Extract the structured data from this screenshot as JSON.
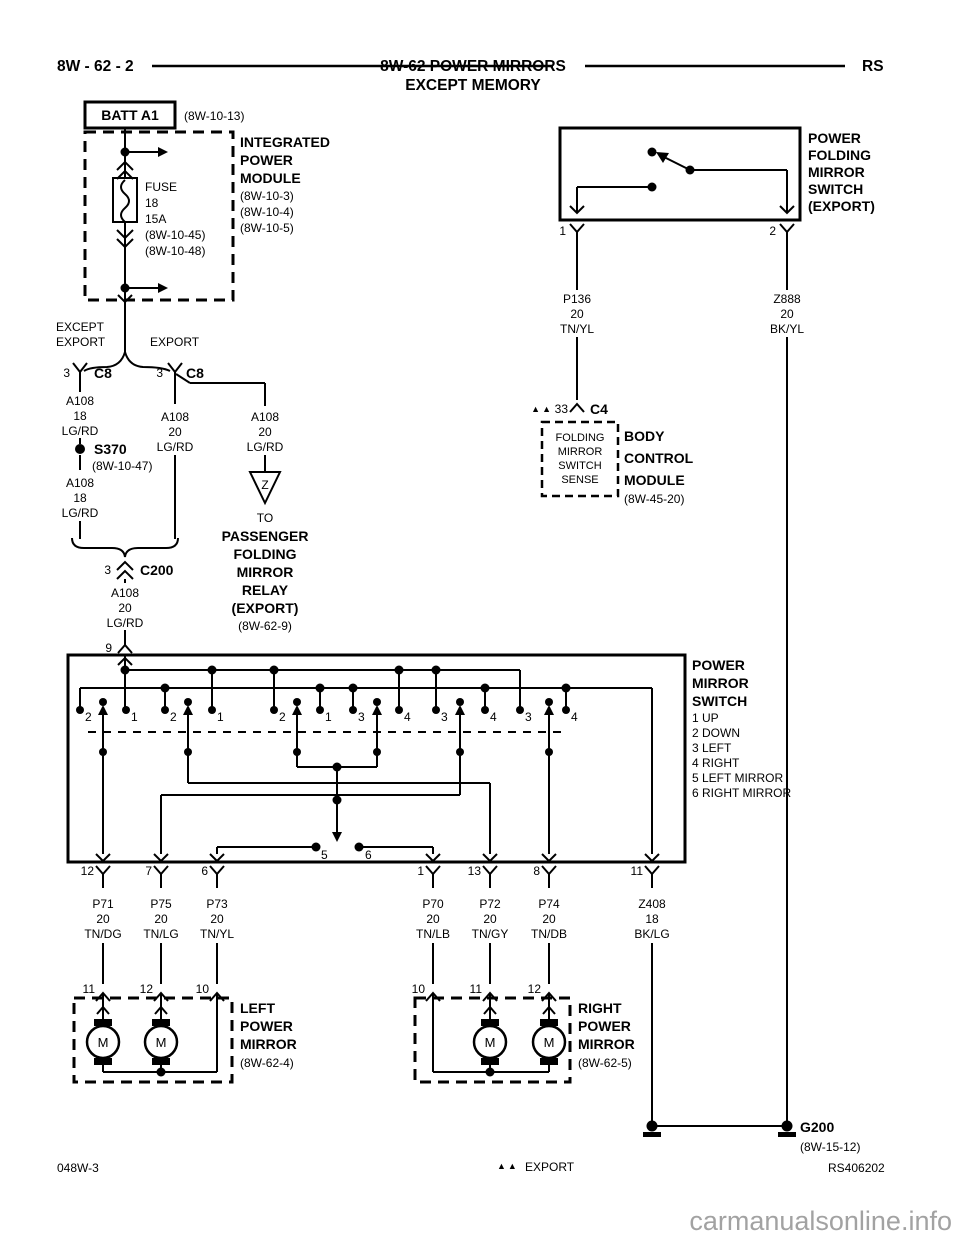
{
  "header": {
    "code": "8W - 62 - 2",
    "title": "8W-62 POWER MIRRORS",
    "subtitle": "EXCEPT MEMORY",
    "region": "RS"
  },
  "battery_feed": {
    "label": "BATT A1",
    "ref": "(8W-10-13)"
  },
  "ipm": {
    "name": [
      "INTEGRATED",
      "POWER",
      "MODULE"
    ],
    "refs": [
      "(8W-10-3)",
      "(8W-10-4)",
      "(8W-10-5)"
    ],
    "fuse": {
      "name": "FUSE",
      "number": "18",
      "rating": "15A",
      "refs": [
        "(8W-10-45)",
        "(8W-10-48)"
      ]
    },
    "exit_labels": {
      "except_export": [
        "EXCEPT",
        "EXPORT"
      ],
      "export": "EXPORT"
    }
  },
  "connectors": {
    "c8_left": {
      "pin": "3",
      "name": "C8"
    },
    "c8_right": {
      "pin": "3",
      "name": "C8"
    },
    "c200": {
      "pin": "3",
      "name": "C200"
    },
    "c4": {
      "marker": "▲▲",
      "pin": "33",
      "name": "C4"
    }
  },
  "wires": {
    "a108_18_a": [
      "A108",
      "18",
      "LG/RD"
    ],
    "a108_18_b": [
      "A108",
      "18",
      "LG/RD"
    ],
    "a108_20_main": [
      "A108",
      "20",
      "LG/RD"
    ],
    "a108_20_branch": [
      "A108",
      "20",
      "LG/RD"
    ],
    "a108_20_c200": [
      "A108",
      "20",
      "LG/RD"
    ],
    "p136": [
      "P136",
      "20",
      "TN/YL"
    ],
    "z888": [
      "Z888",
      "20",
      "BK/YL"
    ]
  },
  "splice": {
    "name": "S370",
    "ref": "(8W-10-47)"
  },
  "off_page": {
    "symbol": "Z",
    "to": "TO",
    "lines": [
      "PASSENGER",
      "FOLDING",
      "MIRROR",
      "RELAY",
      "(EXPORT)"
    ],
    "ref": "(8W-62-9)"
  },
  "folding_switch": {
    "name": [
      "POWER",
      "FOLDING",
      "MIRROR",
      "SWITCH",
      "(EXPORT)"
    ],
    "pins": [
      "1",
      "2"
    ]
  },
  "bcm": {
    "pin_function": [
      "FOLDING",
      "MIRROR",
      "SWITCH",
      "SENSE"
    ],
    "name": [
      "BODY",
      "CONTROL",
      "MODULE"
    ],
    "ref": "(8W-45-20)"
  },
  "mirror_switch": {
    "name": [
      "POWER",
      "MIRROR",
      "SWITCH"
    ],
    "legend": [
      "1 UP",
      "2 DOWN",
      "3 LEFT",
      "4 RIGHT",
      "5 LEFT MIRROR",
      "6 RIGHT MIRROR"
    ],
    "feed_pin": "9",
    "contacts": [
      "2",
      "1",
      "2",
      "1",
      "2",
      "1",
      "3",
      "4",
      "3",
      "4",
      "3",
      "4"
    ],
    "selector": [
      "5",
      "6"
    ]
  },
  "switch_outputs": [
    {
      "pin": "12",
      "wire": [
        "P71",
        "20",
        "TN/DG"
      ]
    },
    {
      "pin": "7",
      "wire": [
        "P75",
        "20",
        "TN/LG"
      ]
    },
    {
      "pin": "6",
      "wire": [
        "P73",
        "20",
        "TN/YL"
      ]
    },
    {
      "pin": "1",
      "wire": [
        "P70",
        "20",
        "TN/LB"
      ]
    },
    {
      "pin": "13",
      "wire": [
        "P72",
        "20",
        "TN/GY"
      ]
    },
    {
      "pin": "8",
      "wire": [
        "P74",
        "20",
        "TN/DB"
      ]
    },
    {
      "pin": "11",
      "wire": [
        "Z408",
        "18",
        "BK/LG"
      ]
    }
  ],
  "left_mirror": {
    "pins": [
      "11",
      "12",
      "10"
    ],
    "motor": "M",
    "name": [
      "LEFT",
      "POWER",
      "MIRROR"
    ],
    "ref": "(8W-62-4)"
  },
  "right_mirror": {
    "pins": [
      "10",
      "11",
      "12"
    ],
    "motor": "M",
    "name": [
      "RIGHT",
      "POWER",
      "MIRROR"
    ],
    "ref": "(8W-62-5)"
  },
  "ground": {
    "name": "G200",
    "ref": "(8W-15-12)"
  },
  "footer": {
    "sheet": "048W-3",
    "marker": "▲▲",
    "marker_label": "EXPORT",
    "doc": "RS406202"
  },
  "watermark": "carmanualsonline.info",
  "colors": {
    "line": "#000000",
    "watermark": "#a2a2a2",
    "background": "#ffffff"
  }
}
